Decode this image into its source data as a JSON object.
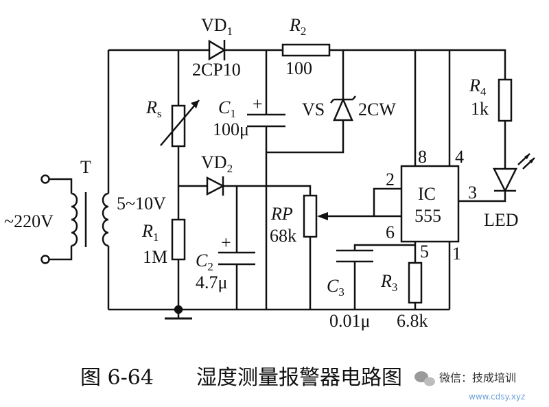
{
  "diagram": {
    "source_ac": "~220V",
    "transformer": "T",
    "secondary_voltage": "5~10V",
    "components": {
      "vd1": {
        "name": "VD",
        "sub": "1",
        "part": "2CP10"
      },
      "r2": {
        "name": "R",
        "sub": "2",
        "value": "100"
      },
      "rs": {
        "name": "R",
        "sub": "s"
      },
      "c1": {
        "name": "C",
        "sub": "1",
        "value": "100μ",
        "polarity": "+"
      },
      "vs": {
        "name": "VS",
        "part": "2CW"
      },
      "r4": {
        "name": "R",
        "sub": "4",
        "value": "1k"
      },
      "vd2": {
        "name": "VD",
        "sub": "2"
      },
      "r1": {
        "name": "R",
        "sub": "1",
        "value": "1M"
      },
      "c2": {
        "name": "C",
        "sub": "2",
        "value": "4.7μ",
        "polarity": "+"
      },
      "rp": {
        "name": "RP",
        "value": "68k"
      },
      "ic": {
        "name": "IC",
        "part": "555",
        "pins": {
          "p8": "8",
          "p4": "4",
          "p2": "2",
          "p3": "3",
          "p6": "6",
          "p5": "5",
          "p1": "1"
        }
      },
      "led": {
        "name": "LED"
      },
      "c3": {
        "name": "C",
        "sub": "3",
        "value": "0.01μ"
      },
      "r3": {
        "name": "R",
        "sub": "3",
        "value": "6.8k"
      }
    }
  },
  "caption": {
    "figure": "图 6-64",
    "title": "湿度测量报警器电路图"
  },
  "watermark": {
    "text": "微信：技成培训",
    "url": "www.cdsy.xyz"
  }
}
